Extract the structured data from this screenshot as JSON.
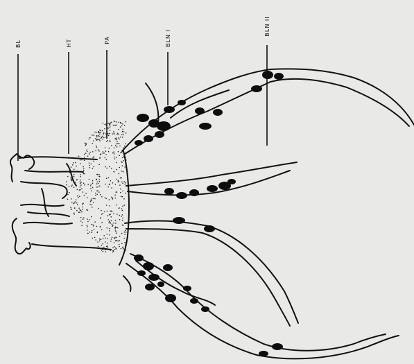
{
  "figure": {
    "labels": {
      "bl": "BL",
      "ht": "HT",
      "pa": "PA",
      "bln1": "BLN I",
      "bln2": "BLN II"
    },
    "colors": {
      "background": "#e9e9e7",
      "ink": "#111111"
    }
  }
}
